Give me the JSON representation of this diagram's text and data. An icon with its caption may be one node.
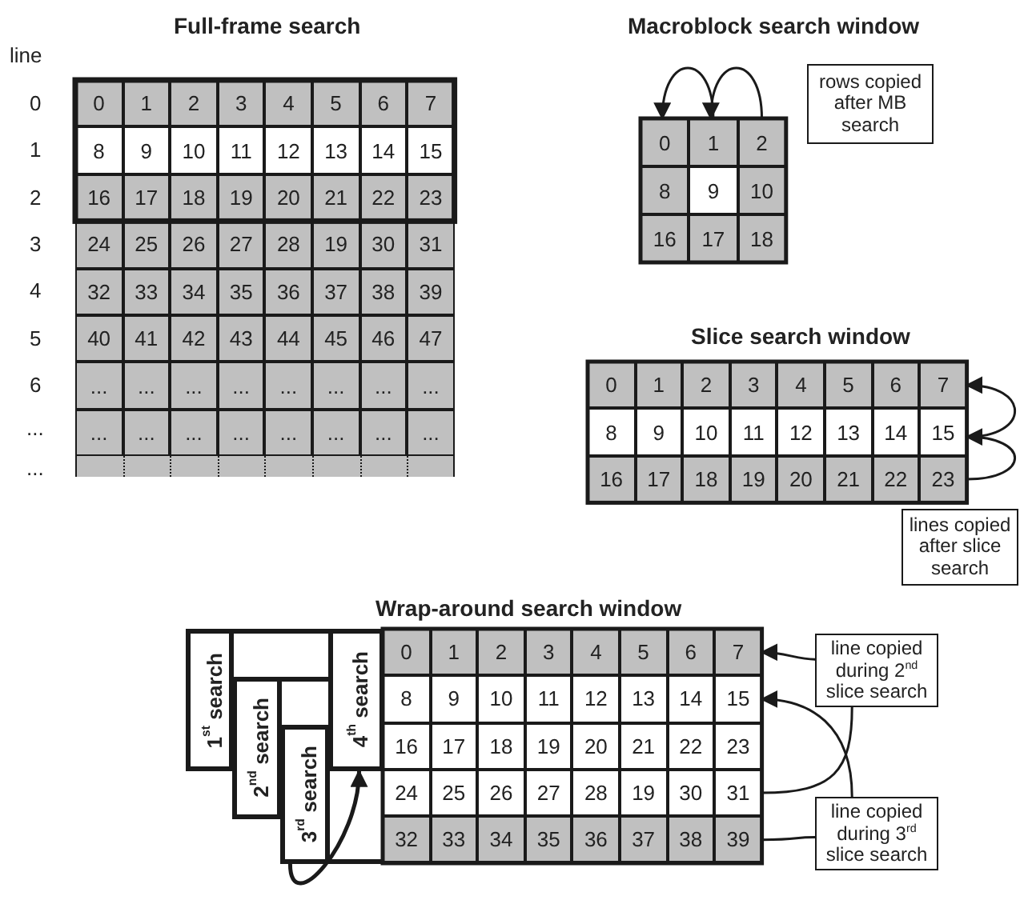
{
  "diagram": {
    "nodes": [
      {
        "text": [
          "0"
        ]
      },
      {
        "text": [
          "1"
        ]
      },
      {
        "text": [
          "2"
        ]
      },
      {
        "text": [
          "3"
        ]
      },
      {
        "text": [
          "4"
        ]
      },
      {
        "text": [
          "5"
        ]
      },
      {
        "text": [
          "6"
        ]
      },
      {
        "text": [
          "7"
        ]
      },
      {
        "text": [
          "8"
        ]
      },
      {
        "text": [
          "9"
        ]
      },
      {
        "text": [
          "10"
        ]
      },
      {
        "text": [
          "11"
        ]
      },
      {
        "text": [
          "12"
        ]
      },
      {
        "text": [
          "13"
        ]
      },
      {
        "text": [
          "14"
        ]
      },
      {
        "text": [
          "15"
        ]
      },
      {
        "text": [
          "16"
        ]
      },
      {
        "text": [
          "17"
        ]
      },
      {
        "text": [
          "18"
        ]
      },
      {
        "text": [
          "19"
        ]
      },
      {
        "text": [
          "20"
        ]
      },
      {
        "text": [
          "21"
        ]
      },
      {
        "text": [
          "22"
        ]
      },
      {
        "text": [
          "23"
        ]
      },
      {
        "text": [
          "24"
        ]
      },
      {
        "text": [
          "25"
        ]
      },
      {
        "text": [
          "26"
        ]
      },
      {
        "text": [
          "27"
        ]
      },
      {
        "text": [
          "28"
        ]
      },
      {
        "text": [
          "19"
        ]
      },
      {
        "text": [
          "30"
        ]
      },
      {
        "text": [
          "31"
        ]
      },
      {
        "text": [
          "32"
        ]
      },
      {
        "text": [
          "33"
        ]
      },
      {
        "text": [
          "34"
        ]
      },
      {
        "text": [
          "35"
        ]
      },
      {
        "text": [
          "36"
        ]
      },
      {
        "text": [
          "37"
        ]
      },
      {
        "text": [
          "38"
        ]
      },
      {
        "text": [
          "39"
        ]
      },
      {
        "text": [
          "40"
        ]
      },
      {
        "text": [
          "41"
        ]
      },
      {
        "text": [
          "42"
        ]
      },
      {
        "text": [
          "43"
        ]
      },
      {
        "text": [
          "44"
        ]
      },
      {
        "text": [
          "45"
        ]
      },
      {
        "text": [
          "46"
        ]
      },
      {
        "text": [
          "47"
        ]
      },
      {
        "text": [
          "..."
        ]
      },
      {
        "text": [
          "..."
        ]
      },
      {
        "text": [
          "..."
        ]
      },
      {
        "text": [
          "..."
        ]
      },
      {
        "text": [
          "..."
        ]
      },
      {
        "text": [
          "..."
        ]
      },
      {
        "text": [
          "..."
        ]
      },
      {
        "text": [
          "..."
        ]
      },
      {
        "text": [
          "..."
        ]
      },
      {
        "text": [
          "..."
        ]
      },
      {
        "text": [
          "..."
        ]
      },
      {
        "text": [
          "..."
        ]
      },
      {
        "text": [
          "..."
        ]
      },
      {
        "text": [
          "..."
        ]
      },
      {
        "text": [
          "..."
        ]
      },
      {
        "text": [
          "..."
        ]
      },
      {
        "text": [],
        "shape": "box"
      },
      {
        "text": [],
        "shape": "box"
      },
      {
        "text": [],
        "shape": "box"
      },
      {
        "text": [],
        "shape": "box"
      },
      {
        "text": [],
        "shape": "box"
      },
      {
        "text": [],
        "shape": "box"
      },
      {
        "text": [],
        "shape": "box"
      },
      {
        "text": [],
        "shape": "box"
      },
      {
        "text": [
          "0"
        ]
      },
      {
        "text": [
          "1"
        ]
      },
      {
        "text": [
          "2"
        ]
      },
      {
        "text": [
          "8"
        ]
      },
      {
        "text": [
          "9"
        ]
      },
      {
        "text": [
          "10"
        ]
      },
      {
        "text": [
          "16"
        ]
      },
      {
        "text": [
          "17"
        ]
      },
      {
        "text": [
          "18"
        ]
      },
      {
        "text": [
          "rows copied after MB search"
        ]
      },
      {
        "text": [
          "0"
        ]
      },
      {
        "text": [
          "1"
        ]
      },
      {
        "text": [
          "2"
        ]
      },
      {
        "text": [
          "3"
        ]
      },
      {
        "text": [
          "4"
        ]
      },
      {
        "text": [
          "5"
        ]
      },
      {
        "text": [
          "6"
        ]
      },
      {
        "text": [
          "7"
        ]
      },
      {
        "text": [
          "8"
        ]
      },
      {
        "text": [
          "9"
        ]
      },
      {
        "text": [
          "10"
        ]
      },
      {
        "text": [
          "11"
        ]
      },
      {
        "text": [
          "12"
        ]
      },
      {
        "text": [
          "13"
        ]
      },
      {
        "text": [
          "14"
        ]
      },
      {
        "text": [
          "15"
        ]
      },
      {
        "text": [
          "16"
        ]
      },
      {
        "text": [
          "17"
        ]
      },
      {
        "text": [
          "18"
        ]
      },
      {
        "text": [
          "19"
        ]
      },
      {
        "text": [
          "20"
        ]
      },
      {
        "text": [
          "21"
        ]
      },
      {
        "text": [
          "22"
        ]
      },
      {
        "text": [
          "23"
        ]
      },
      {
        "text": [
          "lines copied after slice search"
        ]
      },
      {
        "text": [
          "0"
        ]
      },
      {
        "text": [
          "1"
        ]
      },
      {
        "text": [
          "2"
        ]
      },
      {
        "text": [
          "3"
        ]
      },
      {
        "text": [
          "4"
        ]
      },
      {
        "text": [
          "5"
        ]
      },
      {
        "text": [
          "6"
        ]
      },
      {
        "text": [
          "7"
        ]
      },
      {
        "text": [
          "8"
        ]
      },
      {
        "text": [
          "9"
        ]
      },
      {
        "text": [
          "10"
        ]
      },
      {
        "text": [
          "11"
        ]
      },
      {
        "text": [
          "12"
        ]
      },
      {
        "text": [
          "13"
        ]
      },
      {
        "text": [
          "14"
        ]
      },
      {
        "text": [
          "15"
        ]
      },
      {
        "text": [
          "16"
        ]
      },
      {
        "text": [
          "17"
        ]
      },
      {
        "text": [
          "18"
        ]
      },
      {
        "text": [
          "19"
        ]
      },
      {
        "text": [
          "20"
        ]
      },
      {
        "text": [
          "21"
        ]
      },
      {
        "text": [
          "22"
        ]
      },
      {
        "text": [
          "23"
        ]
      },
      {
        "text": [
          "24"
        ]
      },
      {
        "text": [
          "25"
        ]
      },
      {
        "text": [
          "26"
        ]
      },
      {
        "text": [
          "27"
        ]
      },
      {
        "text": [
          "28"
        ]
      },
      {
        "text": [
          "19"
        ]
      },
      {
        "text": [
          "30"
        ]
      },
      {
        "text": [
          "31"
        ]
      },
      {
        "text": [
          "32"
        ]
      },
      {
        "text": [
          "33"
        ]
      },
      {
        "text": [
          "34"
        ]
      },
      {
        "text": [
          "35"
        ]
      },
      {
        "text": [
          "36"
        ]
      },
      {
        "text": [
          "37"
        ]
      },
      {
        "text": [
          "38"
        ]
      },
      {
        "text": [
          "39"
        ]
      },
      {
        "text": [
          "1$^{st}$ search"
        ]
      },
      {
        "text": [
          "2$^{nd}$ search"
        ]
      },
      {
        "text": [
          "3$^{rd}$ search"
        ]
      },
      {
        "text": [
          "4$^{th}$ search"
        ]
      },
      {
        "text": [
          "line copied during 2$^{nd}$ slice search"
        ]
      },
      {
        "text": [
          "line copied during 3$^{rd}$ slice search"
        ]
      }
    ],
    "edges": [
      {
        "from": 73,
        "to": 72,
        "arrow": "to"
      },
      {
        "from": 74,
        "to": 73,
        "arrow": "to"
      },
      {
        "from": 97,
        "to": 89,
        "arrow": "to"
      },
      {
        "from": 105,
        "to": 97,
        "arrow": "to"
      },
      {
        "from": 138,
        "to": 151,
        "arrow": "none"
      },
      {
        "from": 151,
        "to": 114,
        "arrow": "to"
      },
      {
        "from": 146,
        "to": 152,
        "arrow": "none"
      },
      {
        "from": 152,
        "to": 122,
        "arrow": "to"
      },
      {
        "from": 149,
        "to": 150,
        "arrow": "to"
      }
    ],
    "labels": [
      "Full-frame search",
      "Macroblock search window",
      "line",
      "0",
      "1",
      "2",
      "3",
      "4",
      "5",
      "6",
      "...",
      "...",
      "Slice search window",
      "Wrap-around search window"
    ]
  }
}
